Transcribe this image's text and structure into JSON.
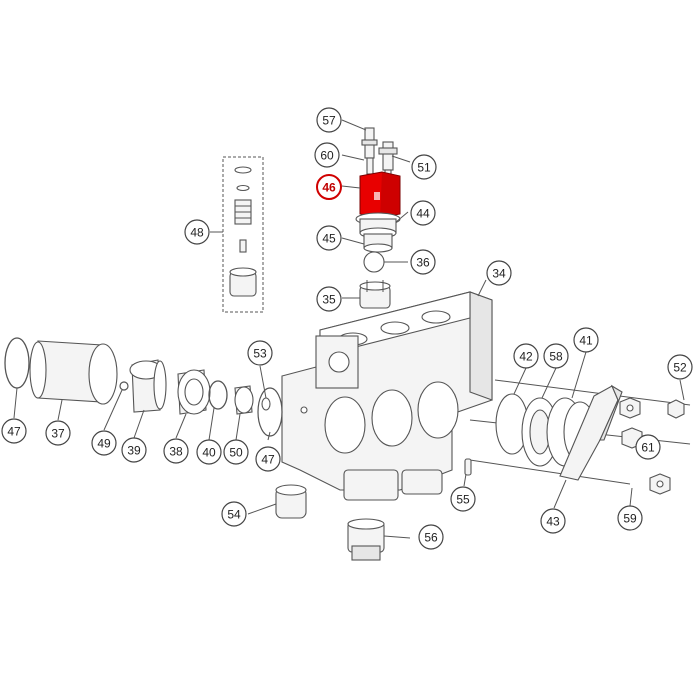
{
  "diagram": {
    "highlight_color": "#e80000",
    "highlighted_part": "46",
    "callouts": [
      {
        "id": "c57",
        "label": "57"
      },
      {
        "id": "c60",
        "label": "60"
      },
      {
        "id": "c51",
        "label": "51"
      },
      {
        "id": "c46",
        "label": "46"
      },
      {
        "id": "c44",
        "label": "44"
      },
      {
        "id": "c45",
        "label": "45"
      },
      {
        "id": "c36",
        "label": "36"
      },
      {
        "id": "c48",
        "label": "48"
      },
      {
        "id": "c35",
        "label": "35"
      },
      {
        "id": "c34",
        "label": "34"
      },
      {
        "id": "c53",
        "label": "53"
      },
      {
        "id": "c42",
        "label": "42"
      },
      {
        "id": "c58",
        "label": "58"
      },
      {
        "id": "c41",
        "label": "41"
      },
      {
        "id": "c52",
        "label": "52"
      },
      {
        "id": "c47a",
        "label": "47"
      },
      {
        "id": "c37",
        "label": "37"
      },
      {
        "id": "c49",
        "label": "49"
      },
      {
        "id": "c39",
        "label": "39"
      },
      {
        "id": "c38",
        "label": "38"
      },
      {
        "id": "c40",
        "label": "40"
      },
      {
        "id": "c50",
        "label": "50"
      },
      {
        "id": "c47b",
        "label": "47"
      },
      {
        "id": "c61",
        "label": "61"
      },
      {
        "id": "c55",
        "label": "55"
      },
      {
        "id": "c43",
        "label": "43"
      },
      {
        "id": "c59",
        "label": "59"
      },
      {
        "id": "c54",
        "label": "54"
      },
      {
        "id": "c56",
        "label": "56"
      }
    ]
  }
}
